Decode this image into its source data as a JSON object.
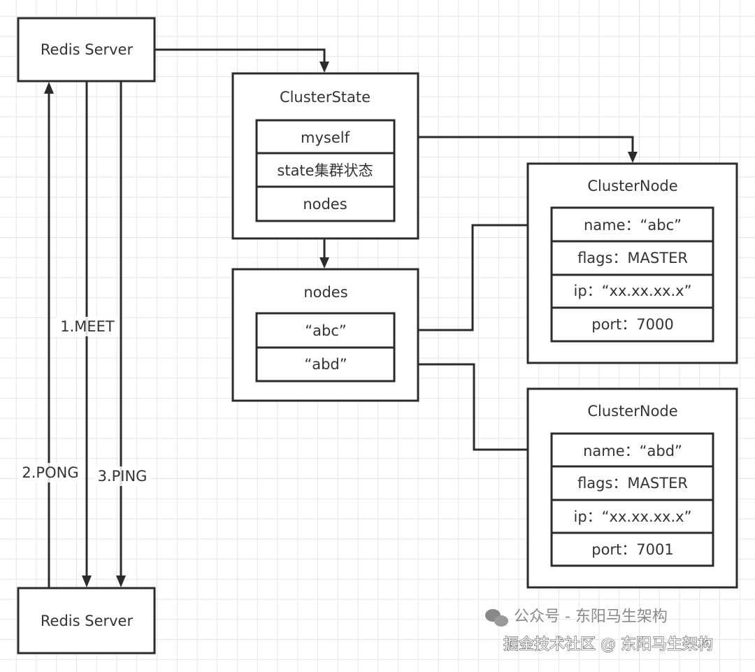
{
  "redis_server_top": {
    "label": "Redis Server"
  },
  "redis_server_bottom": {
    "label": "Redis Server"
  },
  "messages": {
    "meet": "1.MEET",
    "pong": "2.PONG",
    "ping": "3.PING"
  },
  "cluster_state": {
    "title": "ClusterState",
    "fields": [
      "myself",
      "state集群状态",
      "nodes"
    ]
  },
  "nodes_dict": {
    "title": "nodes",
    "keys": [
      "“abc”",
      "“abd”"
    ]
  },
  "cluster_nodes": [
    {
      "title": "ClusterNode",
      "fields": [
        "name：“abc”",
        "flags：MASTER",
        "ip：“xx.xx.xx.x”",
        "port：7000"
      ]
    },
    {
      "title": "ClusterNode",
      "fields": [
        "name：“abd”",
        "flags：MASTER",
        "ip：“xx.xx.xx.x”",
        "port：7001"
      ]
    }
  ],
  "watermark": {
    "text": "掘金技术社区 @ 东阳马生架构",
    "faint_text": "公众号 - 东阳马生架构",
    "icon": "wechat-icon"
  }
}
